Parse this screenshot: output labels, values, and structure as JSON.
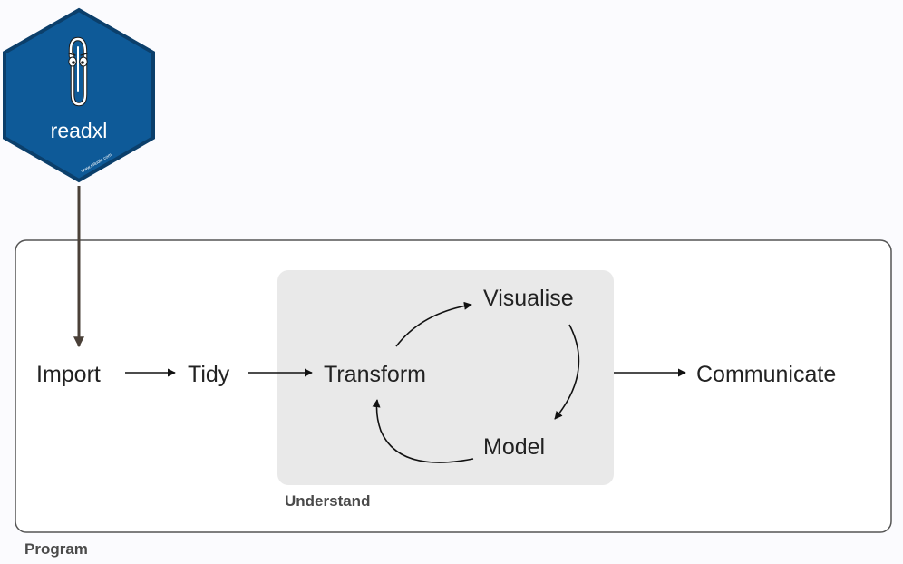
{
  "logo": {
    "title": "readxl",
    "url": "www.rstudio.com",
    "icon": "paperclip-icon",
    "fill_color": "#0e5a98",
    "border_color": "#0b3f6b"
  },
  "nodes": {
    "import": "Import",
    "tidy": "Tidy",
    "transform": "Transform",
    "visualise": "Visualise",
    "model": "Model",
    "communicate": "Communicate"
  },
  "groups": {
    "understand": "Understand",
    "program": "Program"
  },
  "colors": {
    "program_border": "#555555",
    "understand_fill": "#e9e9e9",
    "arrow": "#111111",
    "import_arrow": "#4a4038"
  }
}
